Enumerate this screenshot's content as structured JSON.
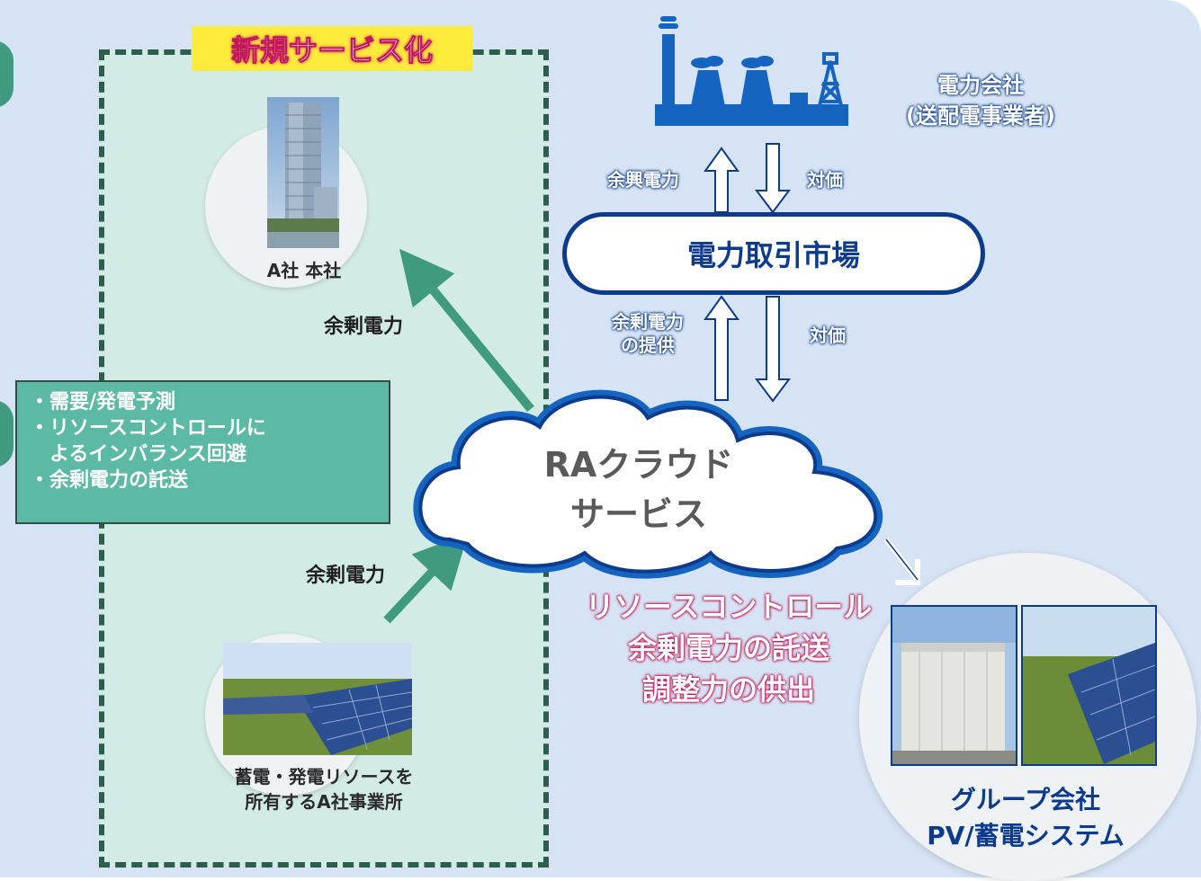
{
  "badge": "新規サービス化",
  "hq": {
    "label": "A社 本社"
  },
  "site": {
    "label_line1": "蓄電・発電リソースを",
    "label_line2": "所有するA社事業所"
  },
  "notes": [
    "・需要/発電予測",
    "・リソースコントロールに",
    "　よるインバランス回避",
    "・余剰電力の託送"
  ],
  "arrows": {
    "to_hq": "余剰電力",
    "from_site": "余剰電力",
    "up_top": "余興電力",
    "down_top": "対価",
    "up_bottom_line1": "余剰電力",
    "up_bottom_line2": "の提供",
    "down_bottom": "対価"
  },
  "utility": {
    "line1": "電力会社",
    "line2": "(送配電事業者)"
  },
  "market": "電力取引市場",
  "cloud": {
    "line1": "RAクラウド",
    "line2": "サービス"
  },
  "services": [
    "リソースコントロール",
    "余剰電力の託送",
    "調整力の供出"
  ],
  "group": {
    "line1": "グループ会社",
    "line2": "PV/蓄電システム"
  },
  "colors": {
    "panel": "#d6e3f4",
    "teal": "#3f9a80",
    "navy": "#0d3b8c",
    "highlight": "#ffeb3b",
    "accent_red": "#c2185b"
  }
}
